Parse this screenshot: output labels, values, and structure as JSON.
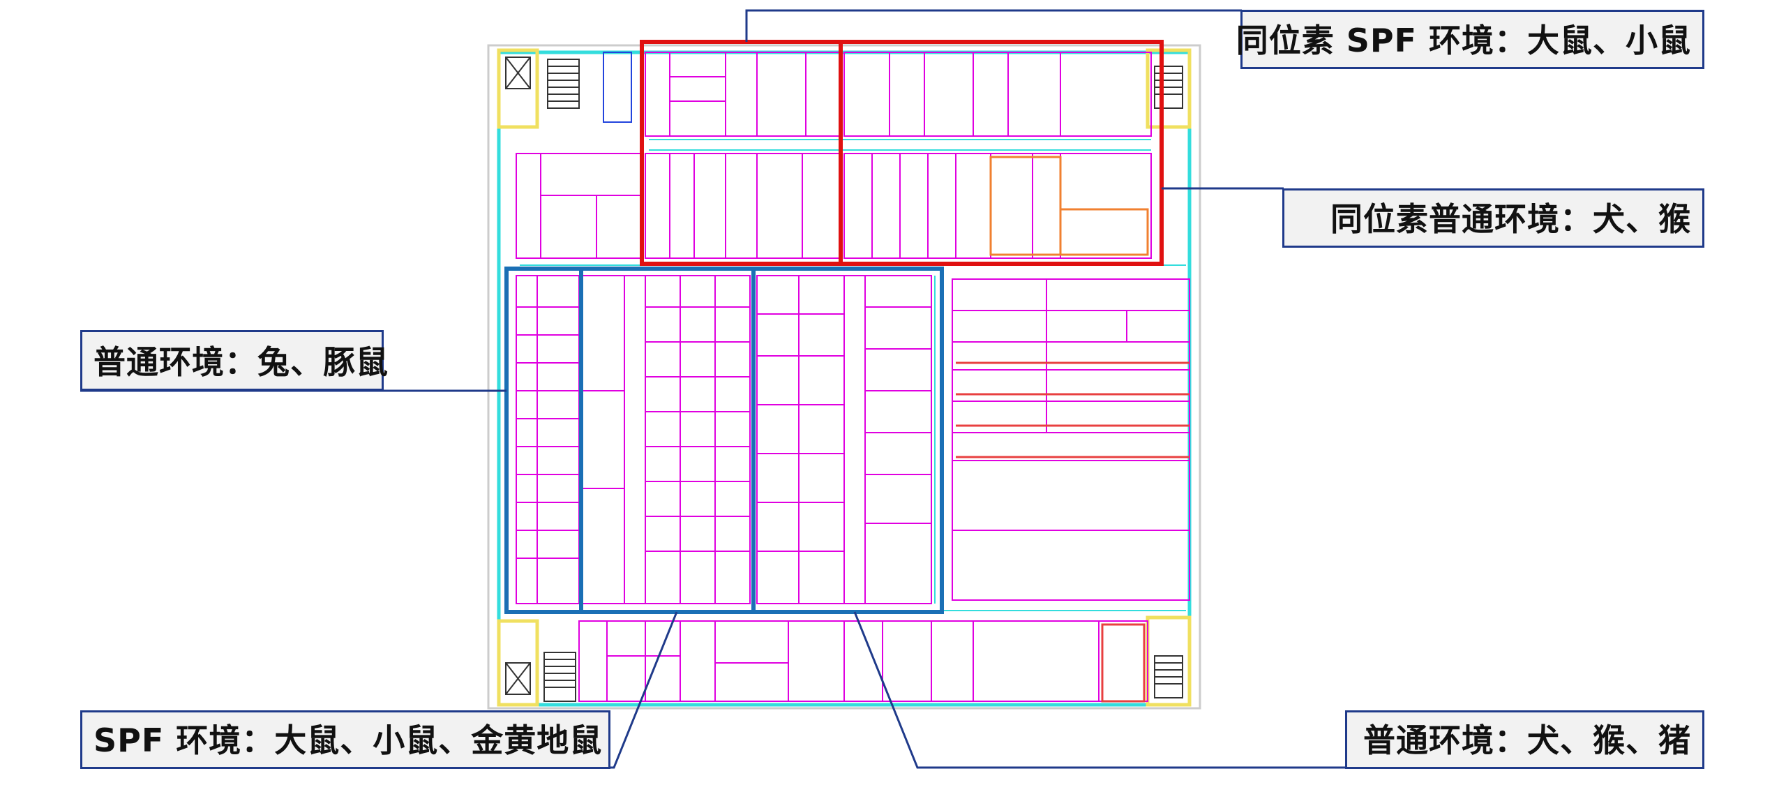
{
  "labels": {
    "isotope_spf": "同位素 SPF 环境：大鼠、小鼠",
    "isotope_normal": "同位素普通环境：犬、猴",
    "normal_rabbit": "普通环境：兔、豚鼠",
    "spf_rodent": "SPF 环境：大鼠、小鼠、金黄地鼠",
    "normal_large": "普通环境：犬、猴、猪"
  },
  "colors": {
    "wall": "#e000e0",
    "corridor": "#33dddd",
    "isotope_zone": "#e01010",
    "normal_zone": "#1a6fb5",
    "leader": "#1f3a8a",
    "stair": "#f0e060"
  }
}
